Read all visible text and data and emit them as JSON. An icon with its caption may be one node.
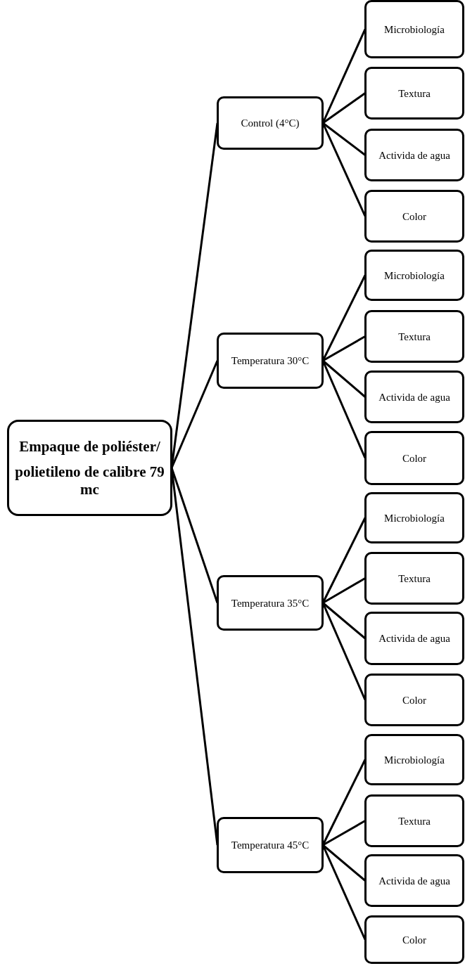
{
  "diagram": {
    "nodes": [
      {
        "text": [
          "Empaque de poliéster/",
          "polietileno de calibre 79 mc"
        ]
      },
      {
        "text": [
          "Control (4°C)"
        ]
      },
      {
        "text": [
          "Microbiología"
        ]
      },
      {
        "text": [
          "Textura"
        ]
      },
      {
        "text": [
          "Activida de agua"
        ]
      },
      {
        "text": [
          "Color"
        ]
      },
      {
        "text": [
          "Temperatura 30°C"
        ]
      },
      {
        "text": [
          "Microbiología"
        ]
      },
      {
        "text": [
          "Textura"
        ]
      },
      {
        "text": [
          "Activida de agua"
        ]
      },
      {
        "text": [
          "Color"
        ]
      },
      {
        "text": [
          "Temperatura 35°C"
        ]
      },
      {
        "text": [
          "Microbiología"
        ]
      },
      {
        "text": [
          "Textura"
        ]
      },
      {
        "text": [
          "Activida de agua"
        ]
      },
      {
        "text": [
          "Color"
        ]
      },
      {
        "text": [
          "Temperatura 45°C"
        ]
      },
      {
        "text": [
          "Microbiología"
        ]
      },
      {
        "text": [
          "Textura"
        ]
      },
      {
        "text": [
          "Activida de agua"
        ]
      },
      {
        "text": [
          "Color"
        ]
      }
    ],
    "edges": [
      {
        "from": 0,
        "to": 1,
        "arrow": "none"
      },
      {
        "from": 1,
        "to": 2,
        "arrow": "none"
      },
      {
        "from": 1,
        "to": 3,
        "arrow": "none"
      },
      {
        "from": 1,
        "to": 4,
        "arrow": "none"
      },
      {
        "from": 1,
        "to": 5,
        "arrow": "none"
      },
      {
        "from": 0,
        "to": 6,
        "arrow": "none"
      },
      {
        "from": 6,
        "to": 7,
        "arrow": "none"
      },
      {
        "from": 6,
        "to": 8,
        "arrow": "none"
      },
      {
        "from": 6,
        "to": 9,
        "arrow": "none"
      },
      {
        "from": 6,
        "to": 10,
        "arrow": "none"
      },
      {
        "from": 0,
        "to": 11,
        "arrow": "none"
      },
      {
        "from": 11,
        "to": 12,
        "arrow": "none"
      },
      {
        "from": 11,
        "to": 13,
        "arrow": "none"
      },
      {
        "from": 11,
        "to": 14,
        "arrow": "none"
      },
      {
        "from": 11,
        "to": 15,
        "arrow": "none"
      },
      {
        "from": 0,
        "to": 16,
        "arrow": "none"
      },
      {
        "from": 16,
        "to": 17,
        "arrow": "none"
      },
      {
        "from": 16,
        "to": 18,
        "arrow": "none"
      },
      {
        "from": 16,
        "to": 19,
        "arrow": "none"
      },
      {
        "from": 16,
        "to": 20,
        "arrow": "none"
      }
    ]
  }
}
